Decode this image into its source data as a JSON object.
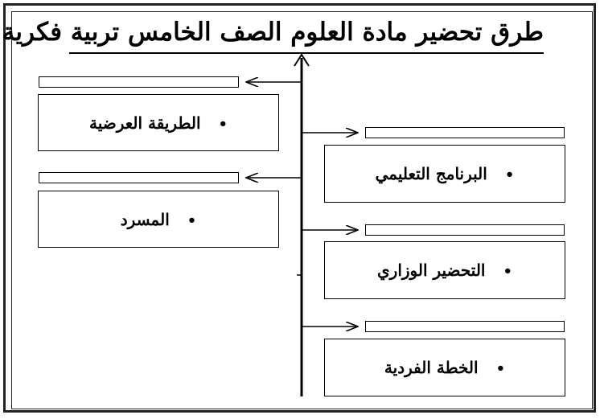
{
  "title": "طرق تحضير مادة العلوم الصف الخامس تربية فكرية",
  "bullet": "•",
  "methods_left": [
    {
      "label": "الطريقة العرضية"
    },
    {
      "label": "المسرد"
    }
  ],
  "methods_right": [
    {
      "label": "البرنامج التعليمي"
    },
    {
      "label": "التحضير الوزاري"
    },
    {
      "label": "الخطة الفردية"
    }
  ]
}
